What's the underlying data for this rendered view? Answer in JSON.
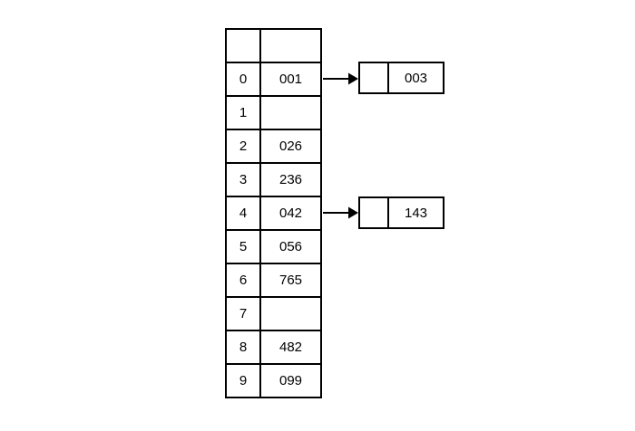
{
  "hash_table": {
    "header": {
      "index": "",
      "value": ""
    },
    "rows": [
      {
        "index": "0",
        "value": "001"
      },
      {
        "index": "1",
        "value": ""
      },
      {
        "index": "2",
        "value": "026"
      },
      {
        "index": "3",
        "value": "236"
      },
      {
        "index": "4",
        "value": "042"
      },
      {
        "index": "5",
        "value": "056"
      },
      {
        "index": "6",
        "value": "765"
      },
      {
        "index": "7",
        "value": ""
      },
      {
        "index": "8",
        "value": "482"
      },
      {
        "index": "9",
        "value": "099"
      }
    ]
  },
  "linked_nodes": [
    {
      "pointer": "",
      "value": "003",
      "from_index": "0"
    },
    {
      "pointer": "",
      "value": "143",
      "from_index": "4"
    }
  ],
  "colors": {
    "border": "#000000",
    "text": "#000000",
    "background": "#ffffff"
  }
}
